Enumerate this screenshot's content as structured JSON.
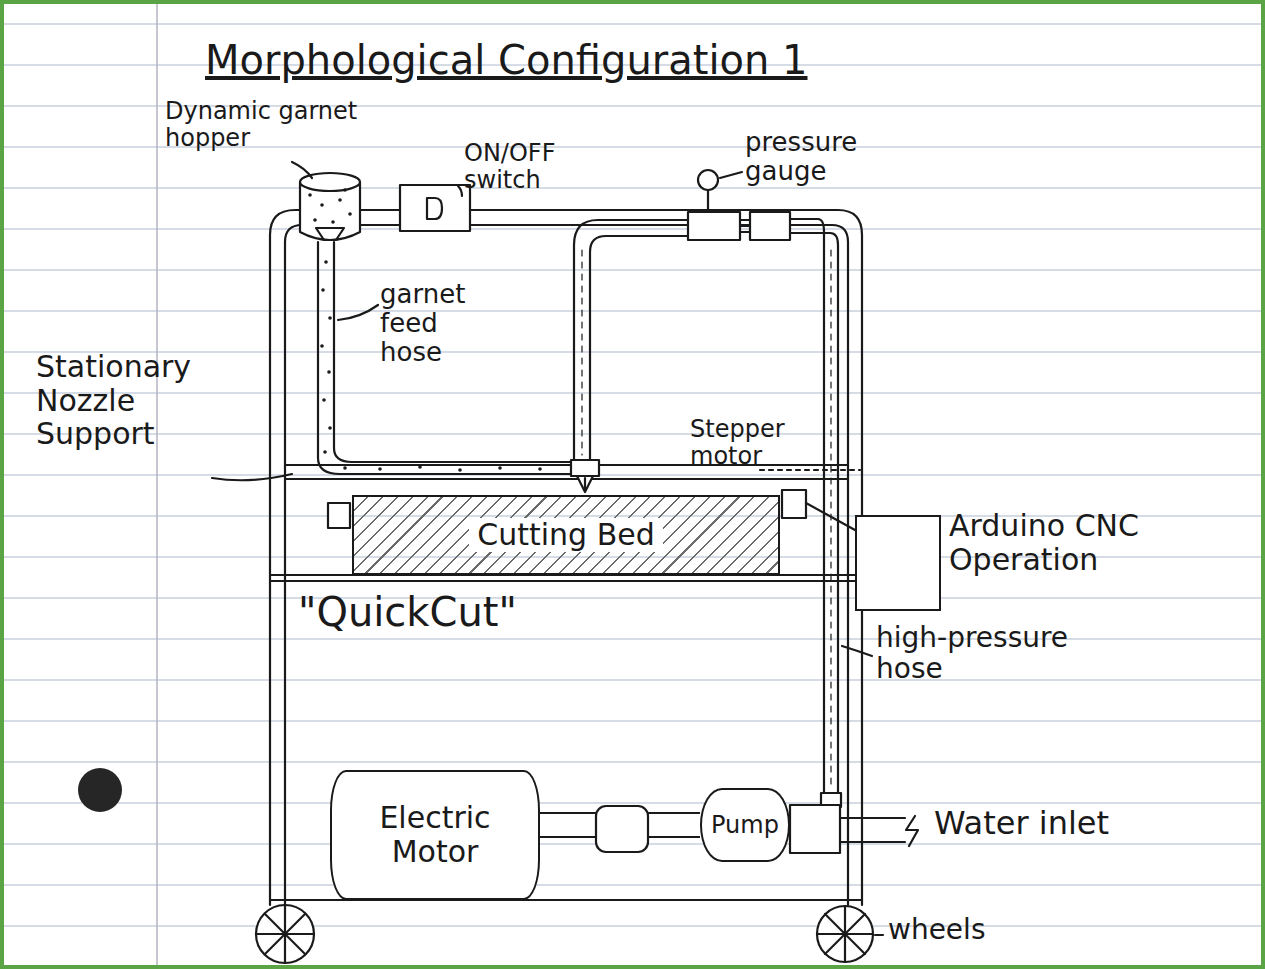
{
  "diagram": {
    "title": "Morphological Configuration 1",
    "nodes": [
      {
        "text": [
          "Cutting Bed"
        ]
      },
      {
        "text": [
          "Arduino CNC Operation"
        ]
      },
      {
        "text": [
          "Electric Motor"
        ]
      },
      {
        "text": [
          "Pump"
        ]
      }
    ],
    "edges": [
      {
        "from": 2,
        "to": 3,
        "arrow": "none"
      }
    ],
    "labels": [
      "Dynamic garnet hopper",
      "ON/OFF switch",
      "pressure gauge",
      "garnet feed hose",
      "Stationary Nozzle Support",
      "Stepper motor",
      "\"QuickCut\"",
      "high-pressure hose",
      "Water inlet",
      "wheels"
    ]
  }
}
